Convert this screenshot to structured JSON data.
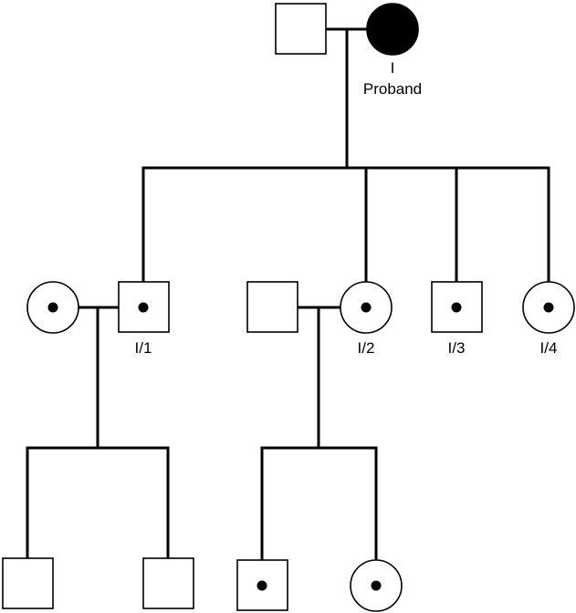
{
  "pedigree": {
    "generation1": {
      "father": {
        "sex": "male",
        "status": "unaffected"
      },
      "proband": {
        "sex": "female",
        "status": "affected",
        "id_label": "I",
        "role_label": "Proband"
      }
    },
    "generation2": [
      {
        "sex": "female",
        "status": "carrier",
        "relation": "spouse"
      },
      {
        "sex": "male",
        "status": "carrier",
        "id_label": "I/1"
      },
      {
        "sex": "male",
        "status": "unaffected",
        "relation": "spouse"
      },
      {
        "sex": "female",
        "status": "carrier",
        "id_label": "I/2"
      },
      {
        "sex": "male",
        "status": "carrier",
        "id_label": "I/3"
      },
      {
        "sex": "female",
        "status": "carrier",
        "id_label": "I/4"
      }
    ],
    "generation3": [
      {
        "sex": "male",
        "status": "unaffected",
        "parents": "I/1"
      },
      {
        "sex": "male",
        "status": "unaffected",
        "parents": "I/1"
      },
      {
        "sex": "male",
        "status": "carrier",
        "parents": "I/2"
      },
      {
        "sex": "female",
        "status": "carrier",
        "parents": "I/2"
      }
    ]
  },
  "colors": {
    "line": "#000000",
    "affected_fill": "#000000",
    "unaffected_fill": "#ffffff"
  }
}
